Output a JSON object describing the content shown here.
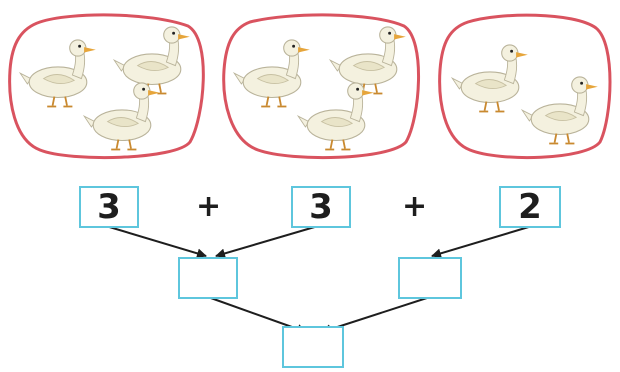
{
  "groups": [
    {
      "count": 3,
      "animal": "duck"
    },
    {
      "count": 3,
      "animal": "duck"
    },
    {
      "count": 2,
      "animal": "duck"
    }
  ],
  "top_boxes": [
    "3",
    "3",
    "2"
  ],
  "operators": [
    "+",
    "+"
  ],
  "middle_boxes": [
    "",
    ""
  ],
  "result_box": "",
  "colors": {
    "oval_border": "#d9535f",
    "box_border": "#5ec6dd",
    "arrow": "#1e1e1e",
    "duck_body": "#f4f1df"
  },
  "icons": [
    "duck-icon",
    "arrow-icon"
  ]
}
